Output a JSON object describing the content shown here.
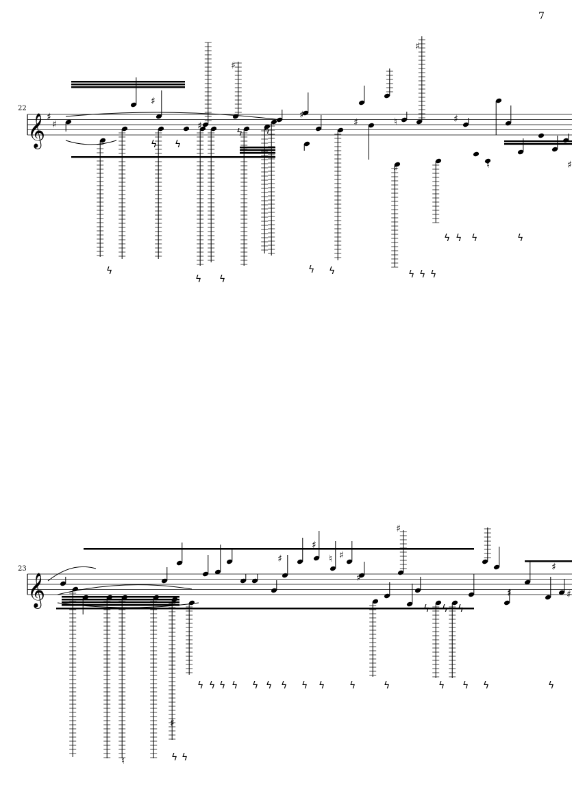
{
  "page": {
    "number": "7"
  },
  "systems": [
    {
      "measure_number": "22",
      "clef": "treble",
      "key_signature": "two sharps"
    },
    {
      "measure_number": "23",
      "clef": "treble",
      "key_signature": "none"
    }
  ],
  "colors": {
    "ink": "#000000",
    "paper": "#ffffff"
  },
  "glyphs": {
    "treble_clef": "𝄞",
    "sharp": "♯",
    "natural": "♮",
    "rest": "𝄽"
  }
}
